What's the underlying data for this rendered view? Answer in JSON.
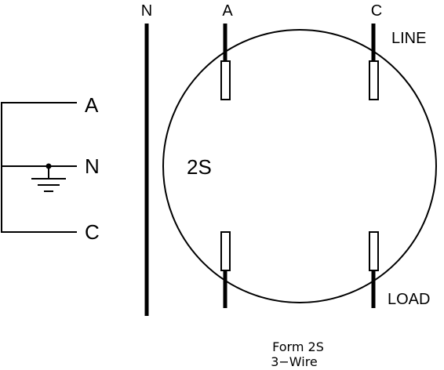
{
  "labels": {
    "neutral_bus": "N",
    "terminal_a": "A",
    "terminal_c": "C",
    "line": "LINE",
    "load": "LOAD",
    "meter_form": "2S",
    "source_a": "A",
    "source_n": "N",
    "source_c": "C"
  },
  "caption": {
    "line1": "Form 2S",
    "line2": "3−Wire"
  }
}
